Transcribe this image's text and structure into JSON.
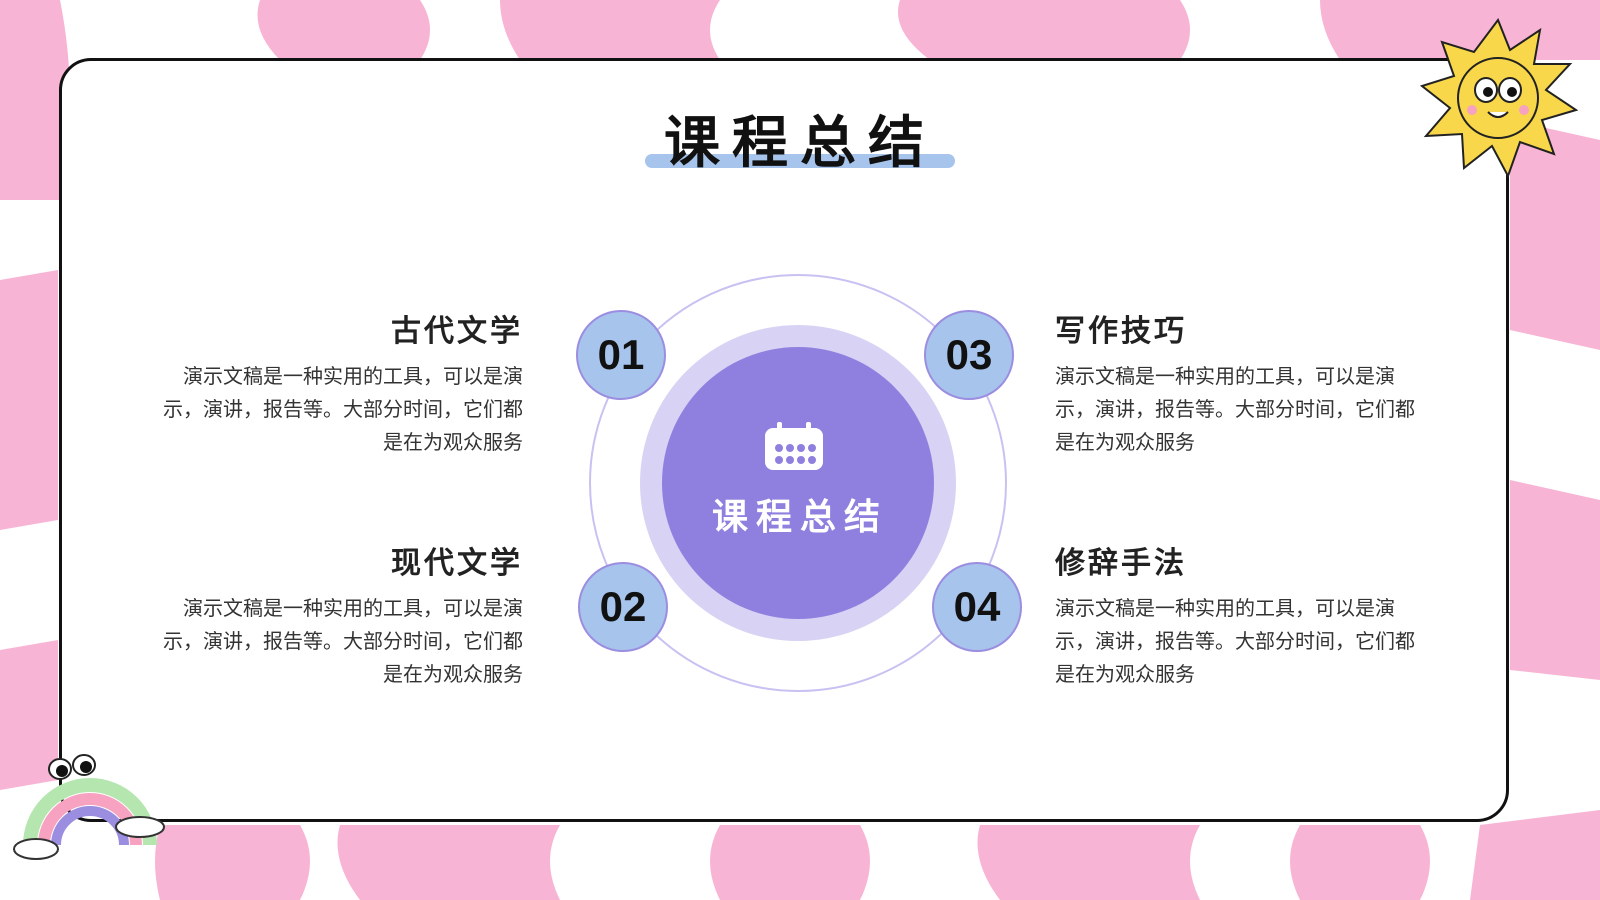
{
  "title": "课程总结",
  "center_label": "课程总结",
  "colors": {
    "pink": "#f8b4d4",
    "accent_blue": "#a7c4ec",
    "center_purple": "#8f80df",
    "center_ring": "#d8d2f4",
    "outline_purple": "#b6acee"
  },
  "icons": {
    "center": "calendar-icon",
    "decor_top_right": "sun-mascot-icon",
    "decor_bottom_left": "rainbow-mascot-icon"
  },
  "items": [
    {
      "number": "01",
      "title": "古代文学",
      "body_lines": [
        "演示文稿是一种实用的工具，可以是演",
        "示，演讲，报告等。大部分时间，它们都",
        "是在为观众服务"
      ]
    },
    {
      "number": "02",
      "title": "现代文学",
      "body_lines": [
        "演示文稿是一种实用的工具，可以是演",
        "示，演讲，报告等。大部分时间，它们都",
        "是在为观众服务"
      ]
    },
    {
      "number": "03",
      "title": "写作技巧",
      "body_lines": [
        "演示文稿是一种实用的工具，可以是演",
        "示，演讲，报告等。大部分时间，它们都",
        "是在为观众服务"
      ]
    },
    {
      "number": "04",
      "title": "修辞手法",
      "body_lines": [
        "演示文稿是一种实用的工具，可以是演",
        "示，演讲，报告等。大部分时间，它们都",
        "是在为观众服务"
      ]
    }
  ]
}
